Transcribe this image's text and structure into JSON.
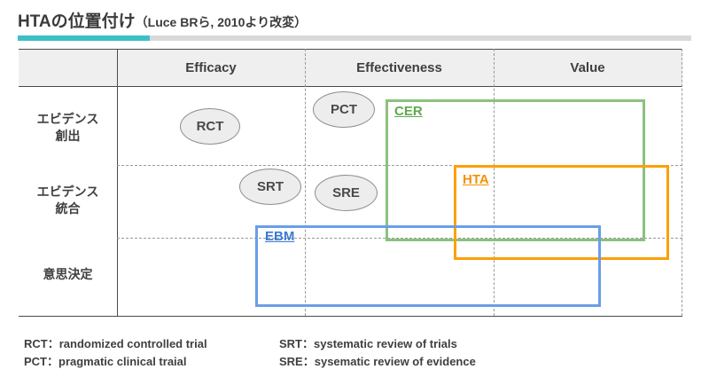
{
  "title": {
    "main": "HTAの位置付け",
    "sub": "（Luce BRら, 2010より改変）"
  },
  "accent": {
    "fill_color": "#3cc0c8",
    "track_color": "#d9d9d9"
  },
  "matrix": {
    "corner_label": "",
    "columns": [
      "Efficacy",
      "Effectiveness",
      "Value"
    ],
    "rows": [
      {
        "label": "エビデンス\n創出"
      },
      {
        "label": "エビデンス\n統合"
      },
      {
        "label": "意思決定"
      }
    ],
    "chips": [
      {
        "id": "rct",
        "label": "RCT",
        "row": 0,
        "column": "Efficacy"
      },
      {
        "id": "pct",
        "label": "PCT",
        "row": 0,
        "column": "Effectiveness"
      },
      {
        "id": "srt",
        "label": "SRT",
        "row": 1,
        "column": "Efficacy"
      },
      {
        "id": "sre",
        "label": "SRE",
        "row": 1,
        "column": "Effectiveness"
      }
    ],
    "scopes": [
      {
        "id": "cer",
        "label": "CER",
        "color": "#8bc17f",
        "text_color": "#5fa84e"
      },
      {
        "id": "hta",
        "label": "HTA",
        "color": "#fca009",
        "text_color": "#f3920a"
      },
      {
        "id": "ebm",
        "label": "EBM",
        "color": "#6a9ee8",
        "text_color": "#3a79d4"
      }
    ],
    "header_bg": "#efefef",
    "chip_bg": "#ededed"
  },
  "legend": {
    "rows": [
      {
        "left": "RCT：randomized controlled trial",
        "right": "SRT：systematic review of trials"
      },
      {
        "left": "PCT：pragmatic clinical traial",
        "right": "SRE：sysematic review of evidence"
      }
    ]
  }
}
